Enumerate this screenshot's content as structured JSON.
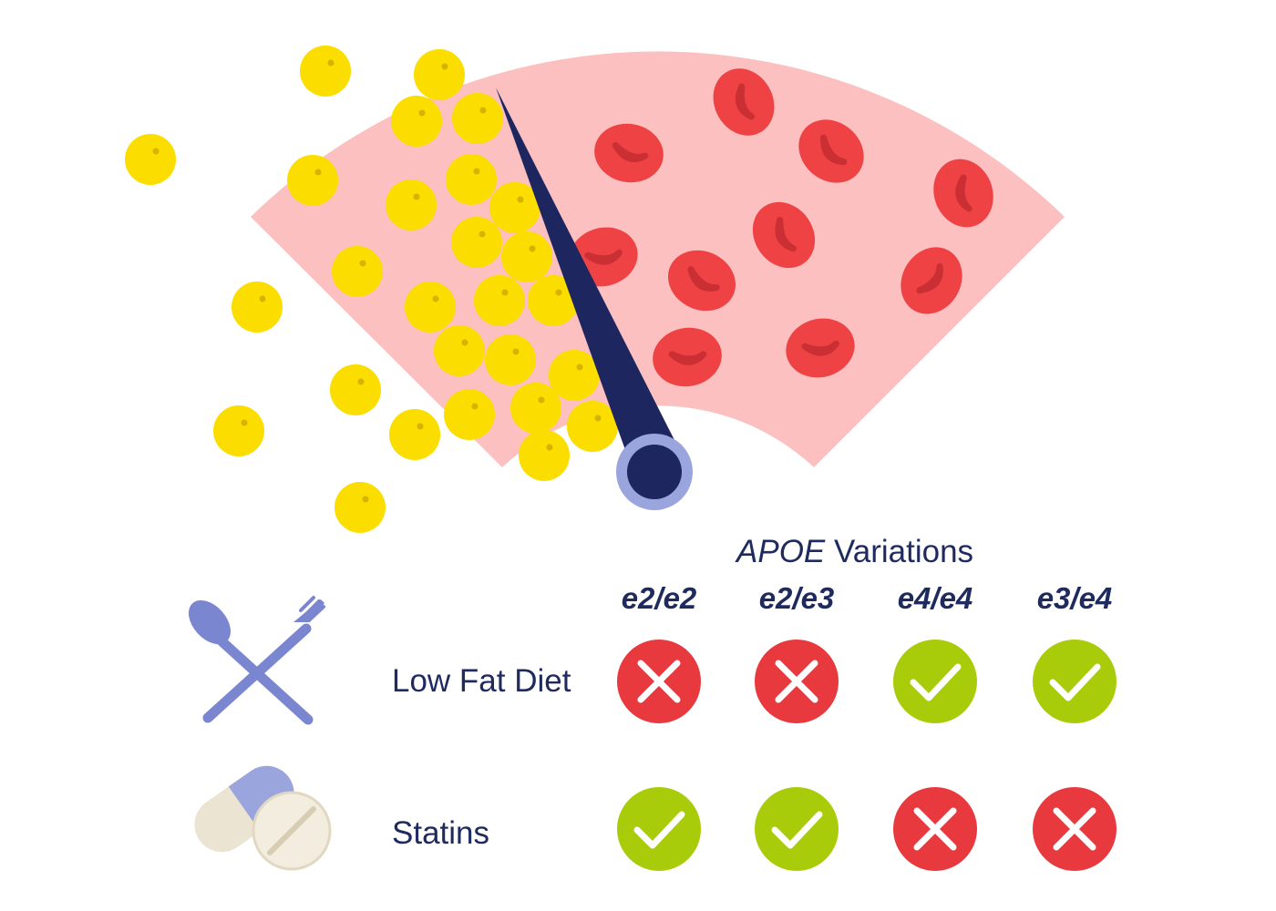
{
  "title": {
    "gene": "APOE",
    "rest": "Variations"
  },
  "columns": [
    "e2/e2",
    "e2/e3",
    "e4/e4",
    "e3/e4"
  ],
  "rows": [
    {
      "label": "Low Fat Diet",
      "icon": "spoon-fork-icon",
      "results": [
        false,
        false,
        true,
        true
      ]
    },
    {
      "label": "Statins",
      "icon": "pill-icon",
      "results": [
        true,
        true,
        false,
        false
      ]
    }
  ],
  "gauge": {
    "needle_level": 0.38
  },
  "colors": {
    "gauge_band": "#fbc0bf",
    "fat_cell": "#fbdd00",
    "fat_cell_spot": "#d6b300",
    "blood_cell": "#ee4245",
    "blood_cell_inner": "#c92f33",
    "needle": "#1e2660",
    "needle_ring": "#9aa4dd",
    "text": "#1f2a5e",
    "check_bg": "#a8cc0a",
    "cross_bg": "#e8393e",
    "utensil": "#7b86d0",
    "pill_blue": "#9aa4dd",
    "pill_cream": "#ece4d2"
  },
  "icons": {
    "yes": "check-icon",
    "no": "cross-icon"
  }
}
